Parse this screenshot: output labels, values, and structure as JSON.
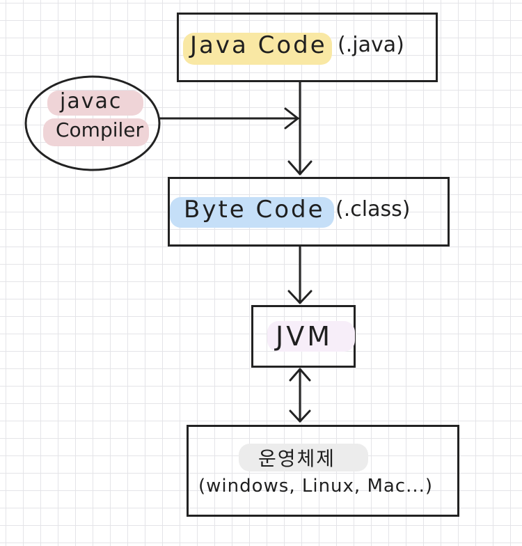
{
  "diagram": {
    "java_code": {
      "name": "Java Code",
      "ext": "(.java)"
    },
    "compiler": {
      "line1": "javac",
      "line2": "Compiler"
    },
    "byte_code": {
      "name": "Byte Code",
      "ext": "(.class)"
    },
    "jvm": {
      "name": "JVM"
    },
    "os": {
      "title": "운영체제",
      "platforms": "(windows, Linux, Mac...)"
    },
    "colors": {
      "java_highlight": "#f9e8a4",
      "byte_highlight": "#c5dff8",
      "compiler_highlight": "#efd4d7",
      "jvm_highlight": "#f7eef9",
      "os_highlight": "#ececec",
      "stroke": "#222222"
    }
  }
}
